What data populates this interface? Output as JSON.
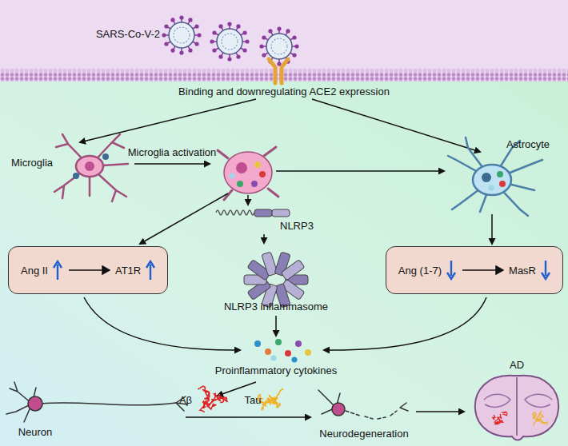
{
  "diagram": {
    "nodes": [
      {
        "text": [
          "Ang II",
          "AT1R"
        ]
      },
      {
        "text": [
          "Ang (1-7)",
          "MasR"
        ]
      }
    ],
    "labels": [
      "SARS-Co-V-2",
      "Binding and downregulating ACE2 expression",
      "Microglia",
      "Microglia activation",
      "Astrocyte",
      "NLRP3",
      "NLRP3 inflammasome",
      "Proinflammatory cytokines",
      "Neuron",
      "Aβ",
      "Tau",
      "Neurodegeneration",
      "AD"
    ]
  }
}
